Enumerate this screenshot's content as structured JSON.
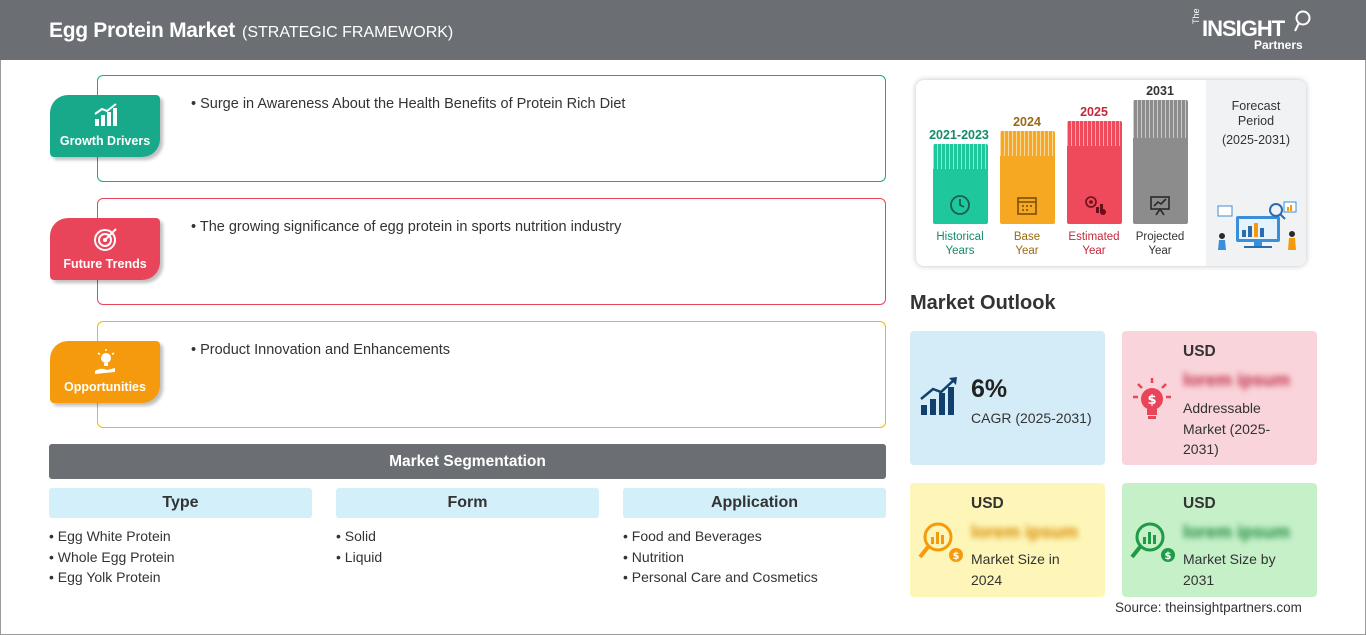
{
  "header": {
    "title": "Egg Protein Market",
    "subtitle": "(STRATEGIC FRAMEWORK)",
    "logo": {
      "the": "The",
      "insight": "INSIGHT",
      "partners": "Partners"
    }
  },
  "framework": [
    {
      "label": "Growth Drivers",
      "bullet": "• Surge in Awareness About the Health Benefits of Protein Rich Diet",
      "color": "#17a98a",
      "icon": "bar-growth-icon"
    },
    {
      "label": "Future Trends",
      "bullet": "• The growing significance of egg protein in sports nutrition industry",
      "color": "#e8455a",
      "icon": "target-icon"
    },
    {
      "label": "Opportunities",
      "bullet": "• Product Innovation and Enhancements",
      "color": "#f59a0c",
      "icon": "lightbulb-hand-icon"
    }
  ],
  "segmentation": {
    "title": "Market Segmentation",
    "columns": [
      {
        "head": "Type",
        "items": [
          "• Egg White Protein",
          "• Whole Egg Protein",
          "• Egg Yolk Protein"
        ]
      },
      {
        "head": "Form",
        "items": [
          "• Solid",
          "• Liquid"
        ]
      },
      {
        "head": "Application",
        "items": [
          "• Food and Beverages",
          "• Nutrition",
          "• Personal Care and Cosmetics"
        ]
      }
    ]
  },
  "timeline": {
    "bars": [
      {
        "year": "2021-2023",
        "label_1": "Historical",
        "label_2": "Years",
        "color": "#1fc79c",
        "year_color": "#138a6c",
        "icon": "history-icon"
      },
      {
        "year": "2024",
        "label_1": "Base",
        "label_2": "Year",
        "color": "#f7a823",
        "year_color": "#9a6a12",
        "icon": "calendar-icon"
      },
      {
        "year": "2025",
        "label_1": "Estimated",
        "label_2": "Year",
        "color": "#ef4a5c",
        "year_color": "#c4283a",
        "icon": "gear-chart-icon"
      },
      {
        "year": "2031",
        "label_1": "Projected",
        "label_2": "Year",
        "color": "#8c8c8c",
        "year_color": "#333333",
        "icon": "presentation-icon"
      }
    ],
    "forecast": {
      "line_1": "Forecast",
      "line_2": "Period",
      "range": "(2025-2031)"
    }
  },
  "outlook": {
    "title": "Market Outlook",
    "cagr": {
      "value": "6%",
      "label": "CAGR (2025-2031)",
      "bg": "#d3ecf8"
    },
    "addressable": {
      "usd": "USD",
      "value": "lorem ipsum",
      "desc_1": "Addressable",
      "desc_2": "Market (2025-",
      "desc_3": "2031)",
      "bg": "#f9d4da"
    },
    "size_2024": {
      "usd": "USD",
      "value": "lorem ipsum",
      "desc_1": "Market Size in",
      "desc_2": "2024",
      "bg": "#fdf6b8"
    },
    "size_2031": {
      "usd": "USD",
      "value": "lorem ipsum",
      "desc_1": "Market Size by",
      "desc_2": "2031",
      "bg": "#c5f0c8"
    }
  },
  "source": "Source: theinsightpartners.com"
}
